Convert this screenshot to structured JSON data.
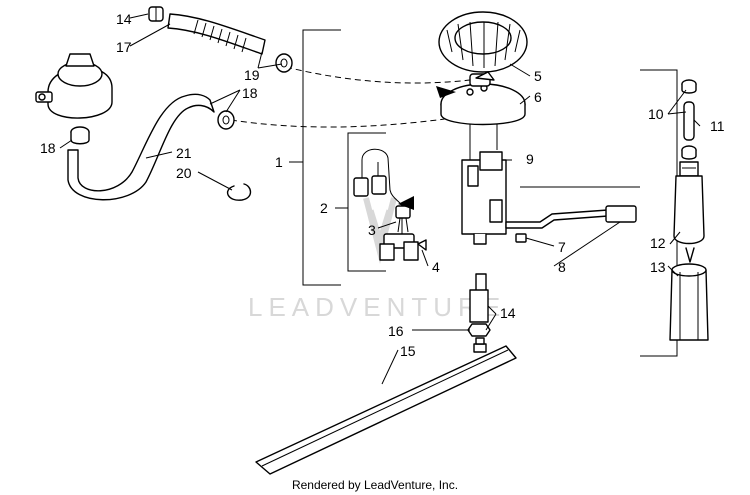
{
  "watermark": "LEADVENTURE",
  "footer": "Rendered by LeadVenture, Inc.",
  "callouts": {
    "c14a": "14",
    "c17": "17",
    "c19": "19",
    "c18a": "18",
    "c18b": "18",
    "c21": "21",
    "c20": "20",
    "c1": "1",
    "c2": "2",
    "c3": "3",
    "c4": "4",
    "c5": "5",
    "c6": "6",
    "c9": "9",
    "c7": "7",
    "c8": "8",
    "c10": "10",
    "c11": "11",
    "c12": "12",
    "c13": "13",
    "c16": "16",
    "c14b": "14",
    "c15": "15"
  }
}
